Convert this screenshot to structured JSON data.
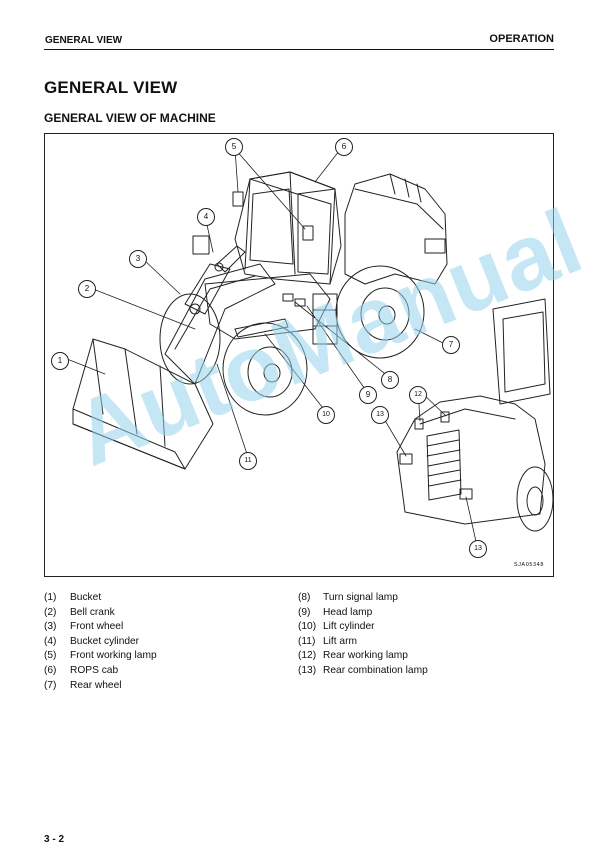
{
  "header": {
    "section_left": "GENERAL VIEW",
    "section_right": "OPERATION"
  },
  "title": "GENERAL VIEW",
  "subtitle": "GENERAL VIEW OF MACHINE",
  "figure": {
    "id": "SJA05348",
    "callouts": [
      "1",
      "2",
      "3",
      "4",
      "5",
      "6",
      "7",
      "8",
      "9",
      "10",
      "11",
      "12",
      "13"
    ]
  },
  "watermark": "AutoManual",
  "legend": {
    "left": [
      {
        "num": "(1)",
        "label": "Bucket"
      },
      {
        "num": "(2)",
        "label": "Bell crank"
      },
      {
        "num": "(3)",
        "label": "Front wheel"
      },
      {
        "num": "(4)",
        "label": "Bucket cylinder"
      },
      {
        "num": "(5)",
        "label": "Front working lamp"
      },
      {
        "num": "(6)",
        "label": "ROPS cab"
      },
      {
        "num": "(7)",
        "label": "Rear wheel"
      }
    ],
    "right": [
      {
        "num": "(8)",
        "label": "Turn signal lamp"
      },
      {
        "num": "(9)",
        "label": "Head lamp"
      },
      {
        "num": "(10)",
        "label": "Lift cylinder"
      },
      {
        "num": "(11)",
        "label": "Lift arm"
      },
      {
        "num": "(12)",
        "label": "Rear working lamp"
      },
      {
        "num": "(13)",
        "label": "Rear combination lamp"
      }
    ]
  },
  "page_number": "3 - 2"
}
